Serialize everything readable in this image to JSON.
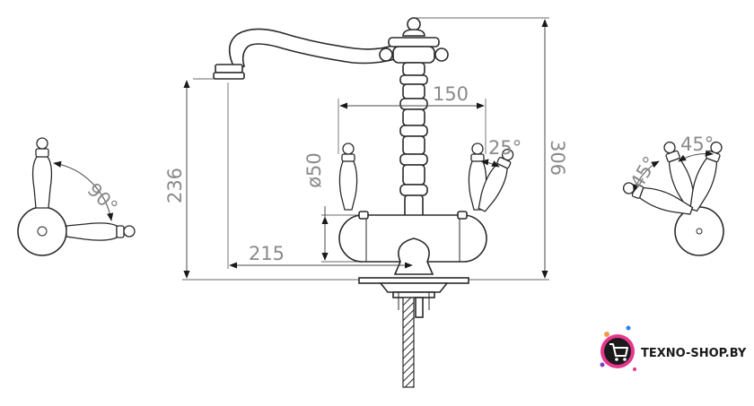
{
  "dimensions": {
    "handle_spread": "150",
    "total_height": "306",
    "spout_height": "236",
    "spout_reach": "215",
    "body_diameter": "ø50",
    "handle_tilt": "25°",
    "left_rotation": "90°",
    "right_rotation_a": "45°",
    "right_rotation_b": "45°"
  },
  "brand": {
    "name": "TEXNO-SHOP.BY"
  },
  "colors": {
    "line": "#2a2a2a",
    "dimension_text": "#8a8a8a",
    "brand_dark": "#1a1a1a",
    "brand_pink": "#e8368f",
    "brand_purple": "#7b3fc4",
    "brand_blue": "#2f80ed",
    "brand_orange": "#f2994a"
  },
  "icons": {
    "brand_logo": "cart-icon"
  }
}
